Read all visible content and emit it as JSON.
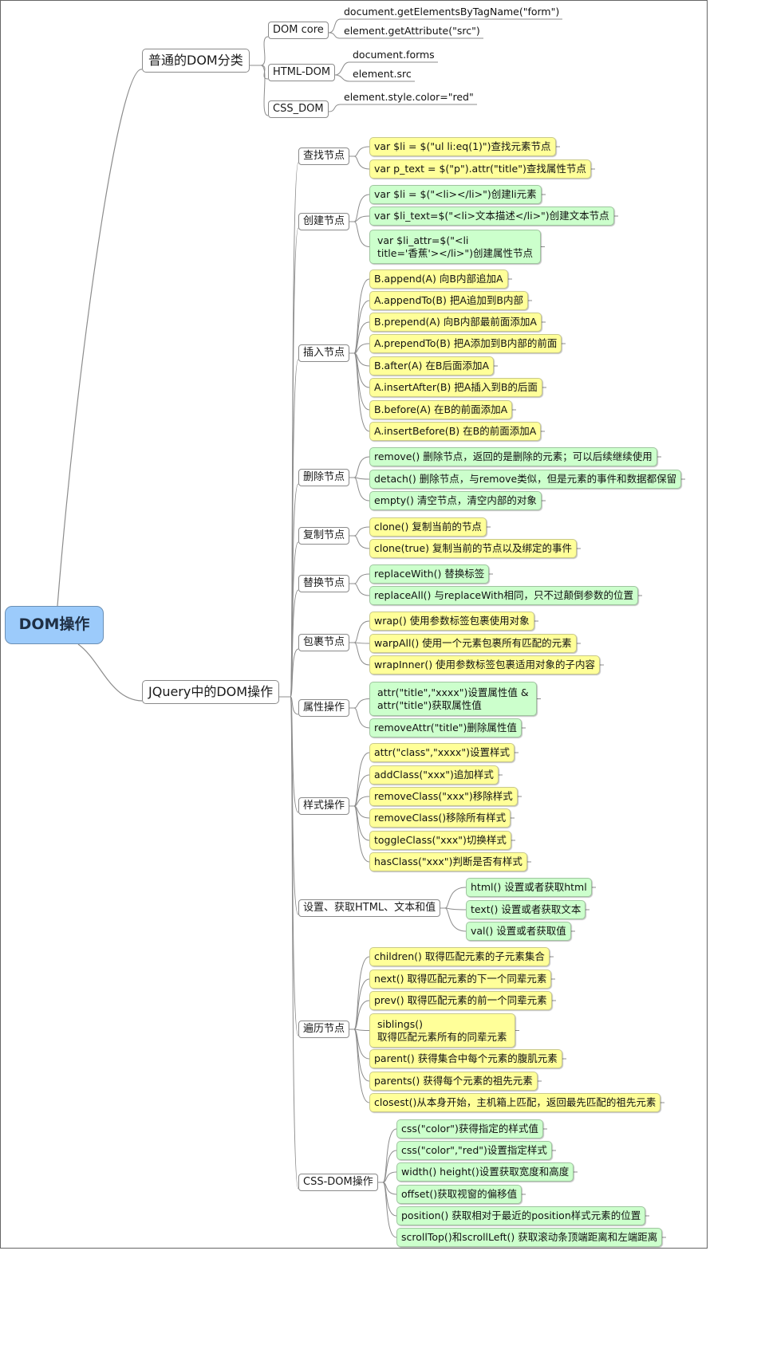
{
  "root": "DOM操作",
  "dom_category": {
    "label": "普通的DOM分类",
    "groups": [
      {
        "label": "DOM core",
        "items": [
          "document.getElementsByTagName(\"form\")",
          "element.getAttribute(\"src\")"
        ]
      },
      {
        "label": "HTML-DOM",
        "items": [
          "document.forms",
          "element.src"
        ]
      },
      {
        "label": "CSS_DOM",
        "items": [
          "element.style.color=\"red\""
        ]
      }
    ]
  },
  "jquery": {
    "label": "JQuery中的DOM操作",
    "groups": [
      {
        "label": "查找节点",
        "items": [
          "var $li = $(\"ul li:eq(1)\")查找元素节点",
          "var p_text = $(\"p\").attr(\"title\")查找属性节点"
        ]
      },
      {
        "label": "创建节点",
        "items": [
          "var $li = $(\"<li></li>\")创建li元素",
          "var $li_text=$(\"<li>文本描述</li>\")创建文本节点",
          "var $li_attr=$(\"<li\ntitle='香蕉'></li>\")创建属性节点"
        ]
      },
      {
        "label": "插入节点",
        "items": [
          "B.append(A) 向B内部追加A",
          "A.appendTo(B) 把A追加到B内部",
          "B.prepend(A) 向B内部最前面添加A",
          "A.prependTo(B) 把A添加到B内部的前面",
          "B.after(A) 在B后面添加A",
          "A.insertAfter(B) 把A插入到B的后面",
          "B.before(A) 在B的前面添加A",
          "A.insertBefore(B) 在B的前面添加A"
        ]
      },
      {
        "label": "删除节点",
        "items": [
          "remove() 删除节点，返回的是删除的元素；可以后续继续使用",
          "detach() 删除节点，与remove类似，但是元素的事件和数据都保留",
          "empty() 清空节点，清空内部的对象"
        ]
      },
      {
        "label": "复制节点",
        "items": [
          "clone() 复制当前的节点",
          "clone(true) 复制当前的节点以及绑定的事件"
        ]
      },
      {
        "label": "替换节点",
        "items": [
          "replaceWith() 替换标签",
          "replaceAll() 与replaceWith相同，只不过颠倒参数的位置"
        ]
      },
      {
        "label": "包裹节点",
        "items": [
          "wrap() 使用参数标签包裹使用对象",
          "warpAll() 使用一个元素包裹所有匹配的元素",
          "wrapInner() 使用参数标签包裹适用对象的子内容"
        ]
      },
      {
        "label": "属性操作",
        "items": [
          "attr(\"title\",\"xxxx\")设置属性值 &\nattr(\"title\")获取属性值",
          "removeAttr(\"title\")删除属性值"
        ]
      },
      {
        "label": "样式操作",
        "items": [
          "attr(\"class\",\"xxxx\")设置样式",
          "addClass(\"xxx\")追加样式",
          "removeClass(\"xxx\")移除样式",
          "removeClass()移除所有样式",
          "toggleClass(\"xxx\")切换样式",
          "hasClass(\"xxx\")判断是否有样式"
        ]
      },
      {
        "label": "设置、获取HTML、文本和值",
        "items": [
          "html() 设置或者获取html",
          "text() 设置或者获取文本",
          "val() 设置或者获取值"
        ]
      },
      {
        "label": "遍历节点",
        "items": [
          "children() 取得匹配元素的子元素集合",
          "next() 取得匹配元素的下一个同辈元素",
          "prev() 取得匹配元素的前一个同辈元素",
          "siblings()\n取得匹配元素所有的同辈元素",
          "parent() 获得集合中每个元素的腹肌元素",
          "parents() 获得每个元素的祖先元素",
          "closest()从本身开始，主机箱上匹配，返回最先匹配的祖先元素"
        ]
      },
      {
        "label": "CSS-DOM操作",
        "items": [
          "css(\"color\")获得指定的样式值",
          "css(\"color\",\"red\")设置指定样式",
          "width() height()设置获取宽度和高度",
          "offset()获取视窗的偏移值",
          "position() 获取相对于最近的position样式元素的位置",
          "scrollTop()和scrollLeft() 获取滚动条顶端距离和左端距离"
        ]
      }
    ]
  },
  "colors": {
    "yellow": "#ffff99",
    "green": "#ccffcc",
    "root": "#9ccbfb",
    "line": "#8c8c8c"
  }
}
